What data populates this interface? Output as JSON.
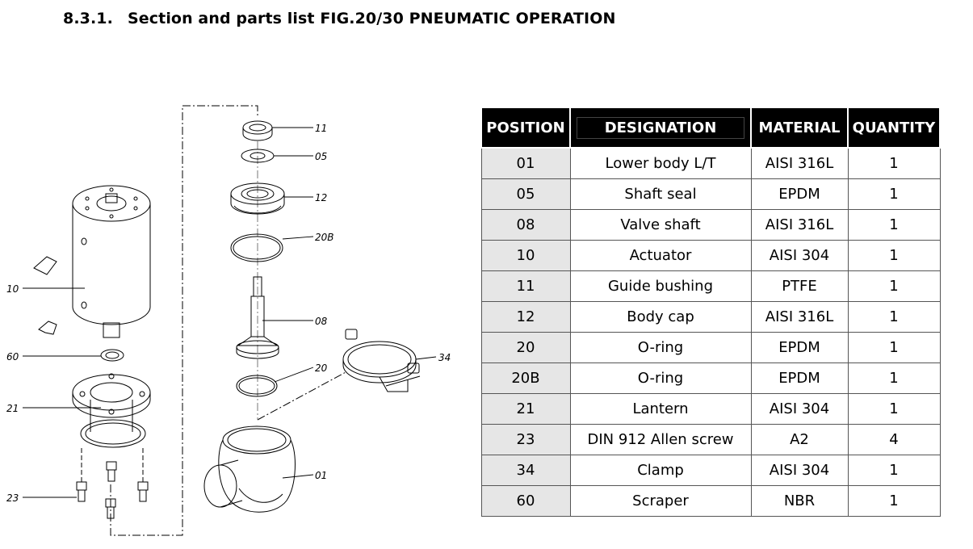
{
  "heading": {
    "number": "8.3.1.",
    "text": "Section and parts list FIG.20/30 PNEUMATIC OPERATION"
  },
  "drawing": {
    "callouts": [
      "11",
      "05",
      "12",
      "20B",
      "08",
      "20",
      "01",
      "34",
      "10",
      "60",
      "21",
      "23"
    ]
  },
  "parts_table": {
    "headers": [
      "POSITION",
      "DESIGNATION",
      "MATERIAL",
      "QUANTITY"
    ],
    "rows": [
      {
        "position": "01",
        "designation": "Lower body L/T",
        "material": "AISI 316L",
        "quantity": "1"
      },
      {
        "position": "05",
        "designation": "Shaft seal",
        "material": "EPDM",
        "quantity": "1"
      },
      {
        "position": "08",
        "designation": "Valve shaft",
        "material": "AISI 316L",
        "quantity": "1"
      },
      {
        "position": "10",
        "designation": "Actuator",
        "material": "AISI 304",
        "quantity": "1"
      },
      {
        "position": "11",
        "designation": "Guide bushing",
        "material": "PTFE",
        "quantity": "1"
      },
      {
        "position": "12",
        "designation": "Body cap",
        "material": "AISI 316L",
        "quantity": "1"
      },
      {
        "position": "20",
        "designation": "O-ring",
        "material": "EPDM",
        "quantity": "1"
      },
      {
        "position": "20B",
        "designation": "O-ring",
        "material": "EPDM",
        "quantity": "1"
      },
      {
        "position": "21",
        "designation": "Lantern",
        "material": "AISI 304",
        "quantity": "1"
      },
      {
        "position": "23",
        "designation": "DIN 912 Allen screw",
        "material": "A2",
        "quantity": "4"
      },
      {
        "position": "34",
        "designation": "Clamp",
        "material": "AISI 304",
        "quantity": "1"
      },
      {
        "position": "60",
        "designation": "Scraper",
        "material": "NBR",
        "quantity": "1"
      }
    ]
  }
}
